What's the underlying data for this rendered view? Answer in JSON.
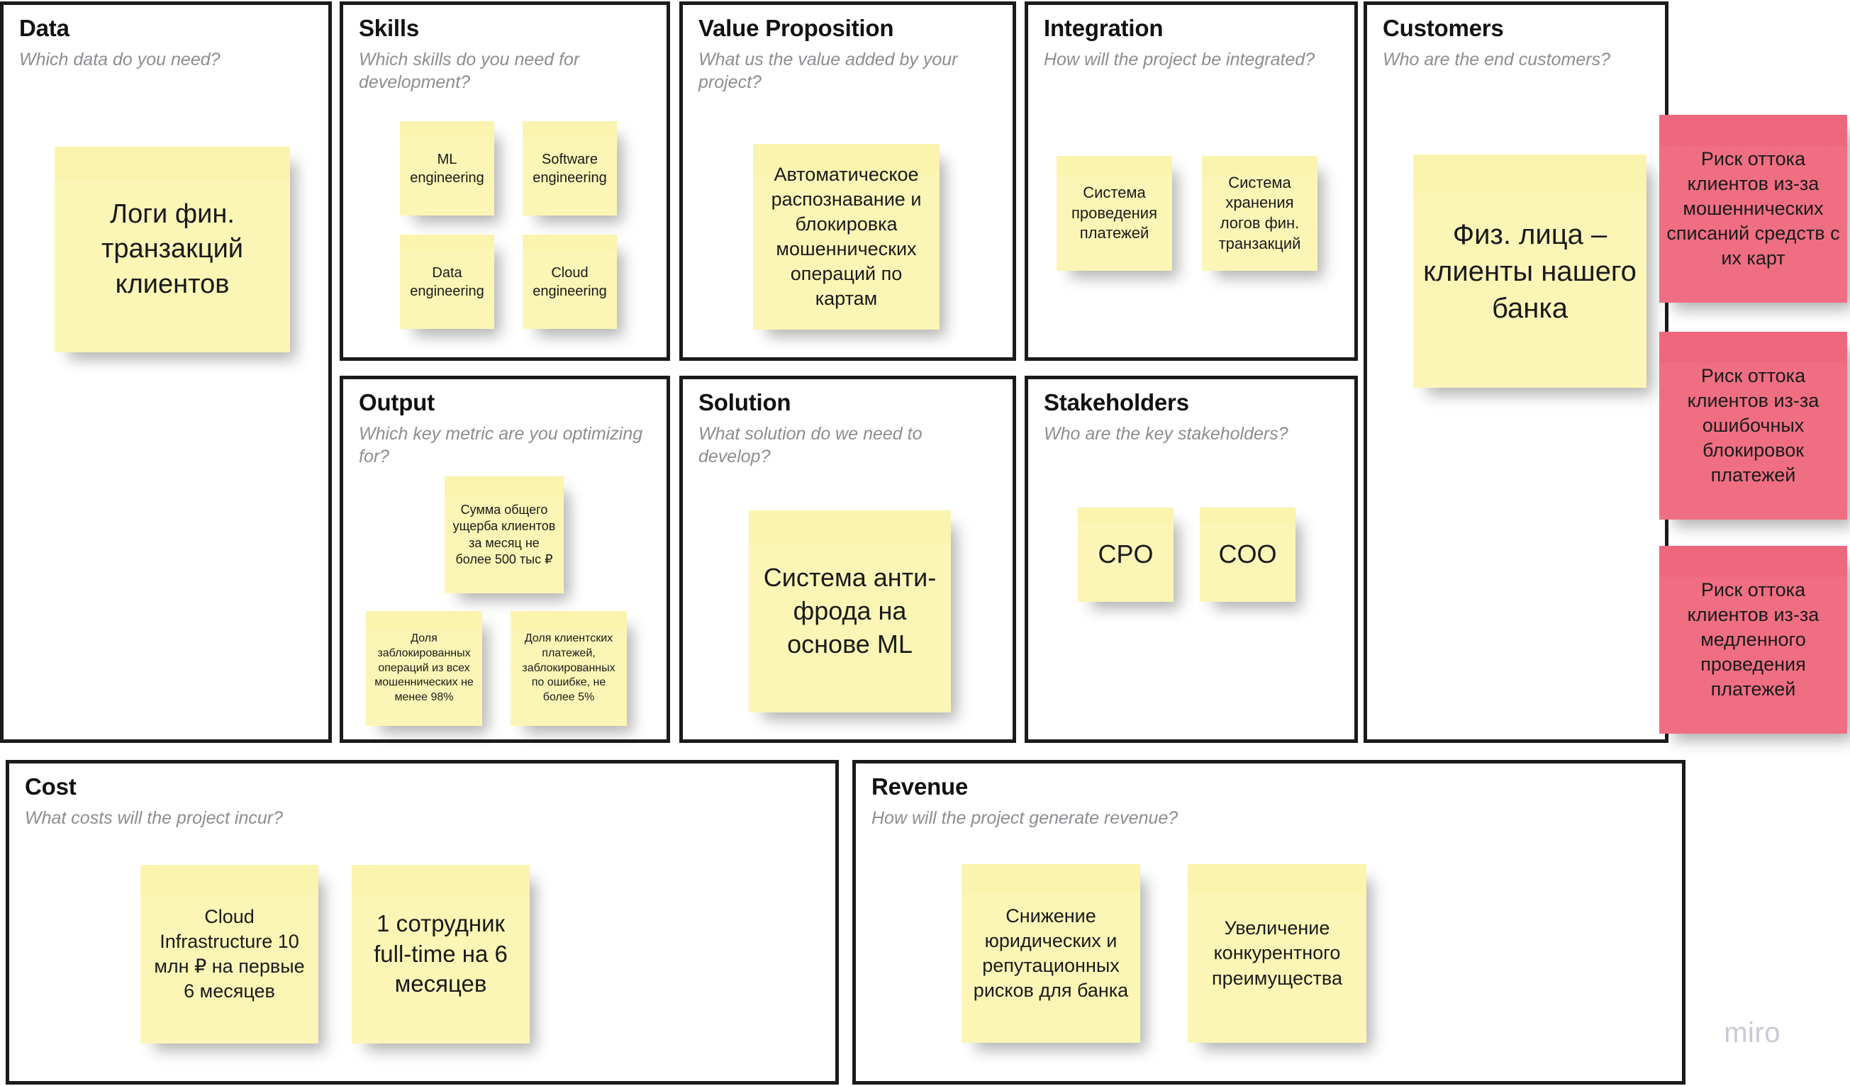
{
  "board": {
    "watermark": "miro",
    "colors": {
      "note_yellow": "#FAF3A6",
      "note_red": "#EE687D",
      "panel_border": "#1B1B1B",
      "subtitle_gray": "#8D8D92",
      "watermark_gray": "#C9C9D6"
    }
  },
  "panels": {
    "data": {
      "title": "Data",
      "subtitle": "Which data do you need?",
      "notes": [
        {
          "text": "Логи фин. транзакций клиентов",
          "color": "yellow"
        }
      ]
    },
    "skills": {
      "title": "Skills",
      "subtitle": "Which skills do you need for development?",
      "notes": [
        {
          "text": "ML engineering",
          "color": "yellow"
        },
        {
          "text": "Software engineering",
          "color": "yellow"
        },
        {
          "text": "Data engineering",
          "color": "yellow"
        },
        {
          "text": "Cloud engineering",
          "color": "yellow"
        }
      ]
    },
    "value_proposition": {
      "title": "Value Proposition",
      "subtitle": "What us the value added by your project?",
      "notes": [
        {
          "text": "Автоматическое распознавание и блокировка мошеннических операций по картам",
          "color": "yellow"
        }
      ]
    },
    "integration": {
      "title": "Integration",
      "subtitle": "How will the project be integrated?",
      "notes": [
        {
          "text": "Система проведения платежей",
          "color": "yellow"
        },
        {
          "text": "Система хранения логов фин. транзакций",
          "color": "yellow"
        }
      ]
    },
    "customers": {
      "title": "Customers",
      "subtitle": "Who are the end customers?",
      "notes": [
        {
          "text": "Физ. лица – клиенты нашего банка",
          "color": "yellow"
        }
      ]
    },
    "output": {
      "title": "Output",
      "subtitle": "Which key metric are you optimizing for?",
      "notes": [
        {
          "text": "Сумма общего ущерба клиентов за месяц не более 500 тыс ₽",
          "color": "yellow"
        },
        {
          "text": "Доля заблокированных операций из всех мошеннических не менее 98%",
          "color": "yellow"
        },
        {
          "text": "Доля клиентских платежей, заблокированных по ошибке, не более 5%",
          "color": "yellow"
        }
      ]
    },
    "solution": {
      "title": "Solution",
      "subtitle": "What solution do we need to develop?",
      "notes": [
        {
          "text": "Система анти-фрода на основе ML",
          "color": "yellow"
        }
      ]
    },
    "stakeholders": {
      "title": "Stakeholders",
      "subtitle": "Who are the key stakeholders?",
      "notes": [
        {
          "text": "CPO",
          "color": "yellow"
        },
        {
          "text": "COO",
          "color": "yellow"
        }
      ]
    },
    "cost": {
      "title": "Cost",
      "subtitle": "What costs will the project incur?",
      "notes": [
        {
          "text": "Cloud Infrastructure 10 млн ₽ на первые 6 месяцев",
          "color": "yellow"
        },
        {
          "text": "1 сотрудник full-time на 6 месяцев",
          "color": "yellow"
        }
      ]
    },
    "revenue": {
      "title": "Revenue",
      "subtitle": "How will the project generate revenue?",
      "notes": [
        {
          "text": "Снижение юридических и репутационных рисков для банка",
          "color": "yellow"
        },
        {
          "text": "Увеличение конкурентного преимущества",
          "color": "yellow"
        }
      ]
    }
  },
  "risk_notes": [
    {
      "text": "Риск оттока клиентов из-за мошеннических списаний средств с их карт",
      "color": "red"
    },
    {
      "text": "Риск оттока клиентов из-за ошибочных блокировок платежей",
      "color": "red"
    },
    {
      "text": "Риск оттока клиентов из-за медленного проведения платежей",
      "color": "red"
    }
  ]
}
